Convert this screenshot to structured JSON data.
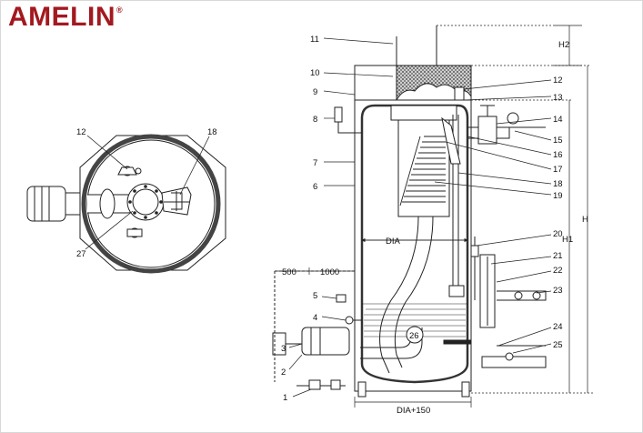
{
  "brand": {
    "name": "AMELIN",
    "mark": "®",
    "color": "#a31920"
  },
  "callouts": {
    "n1": "1",
    "n2": "2",
    "n3": "3",
    "n4": "4",
    "n5": "5",
    "n6": "6",
    "n7": "7",
    "n8": "8",
    "n9": "9",
    "n10": "10",
    "n11": "11",
    "n12": "12",
    "n13": "13",
    "n14": "14",
    "n15": "15",
    "n16": "16",
    "n17": "17",
    "n18": "18",
    "n19": "19",
    "n20": "20",
    "n21": "21",
    "n22": "22",
    "n23": "23",
    "n24": "24",
    "n25": "25",
    "n26": "26",
    "n27": "27"
  },
  "plan_view": {
    "c12": "12",
    "c18": "18",
    "c27": "27"
  },
  "dimensions": {
    "h": "H",
    "h1": "H1",
    "h2": "H2",
    "dia": "DIA",
    "dia150": "DIA+150",
    "d500": "500",
    "d1000": "1000"
  }
}
